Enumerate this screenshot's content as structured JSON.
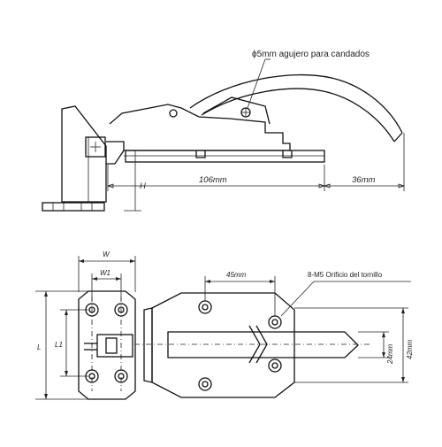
{
  "side_view": {
    "note_hole": "ϕ5mm agujero para candados",
    "dim_h": "H",
    "dim_106": "106mm",
    "dim_36": "36mm"
  },
  "top_view": {
    "dim_w": "W",
    "dim_w1": "W1",
    "dim_l": "L",
    "dim_l1": "L1",
    "dim_45": "45mm",
    "note_screws": "8-M5 Orificio del tornillo",
    "dim_24": "24mm",
    "dim_42": "42mm"
  }
}
